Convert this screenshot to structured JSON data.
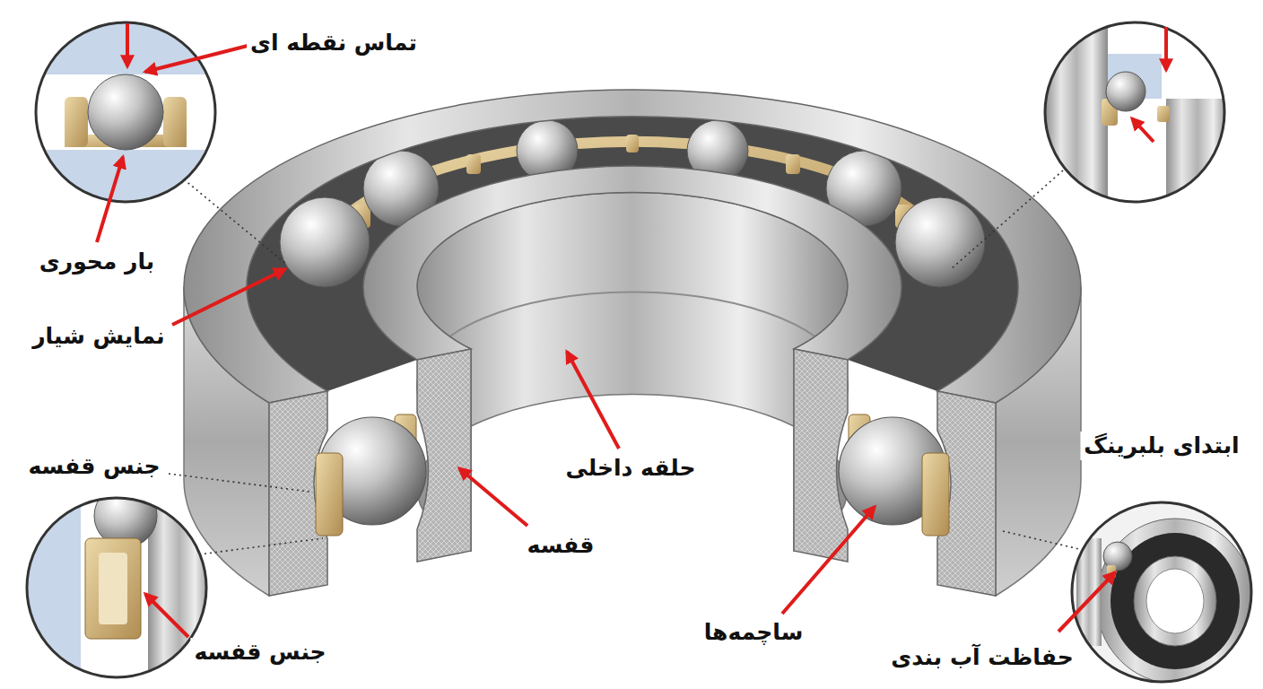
{
  "diagram": {
    "labels": [
      "تماس نقطه ای",
      "بار محوری",
      "نمایش شیار",
      "جنس قفسه",
      "جنس قفسه",
      "قفسه",
      "حلقه داخلی",
      "ساچمه‌ها",
      "ابتدای بلبرینگ",
      "حفاظت آب بندی"
    ]
  }
}
